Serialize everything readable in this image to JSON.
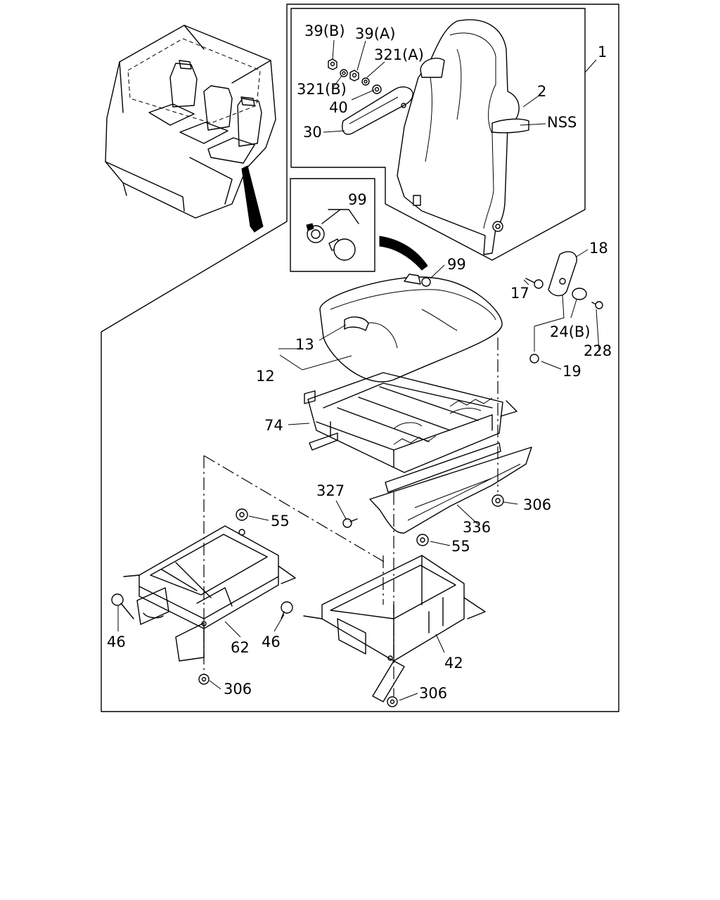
{
  "labels": {
    "l1": "1",
    "l2": "2",
    "l12": "12",
    "l13": "13",
    "l17": "17",
    "l18": "18",
    "l19": "19",
    "l24b": "24(B)",
    "l30": "30",
    "l39a": "39(A)",
    "l39b": "39(B)",
    "l40": "40",
    "l42": "42",
    "l46a": "46",
    "l46b": "46",
    "l55a": "55",
    "l55b": "55",
    "l62": "62",
    "l74": "74",
    "l99a": "99",
    "l99b": "99",
    "l228": "228",
    "l306a": "306",
    "l306b": "306",
    "l306c": "306",
    "l321a": "321(A)",
    "l321b": "321(B)",
    "l327": "327",
    "l336": "336",
    "lnss": "NSS"
  }
}
